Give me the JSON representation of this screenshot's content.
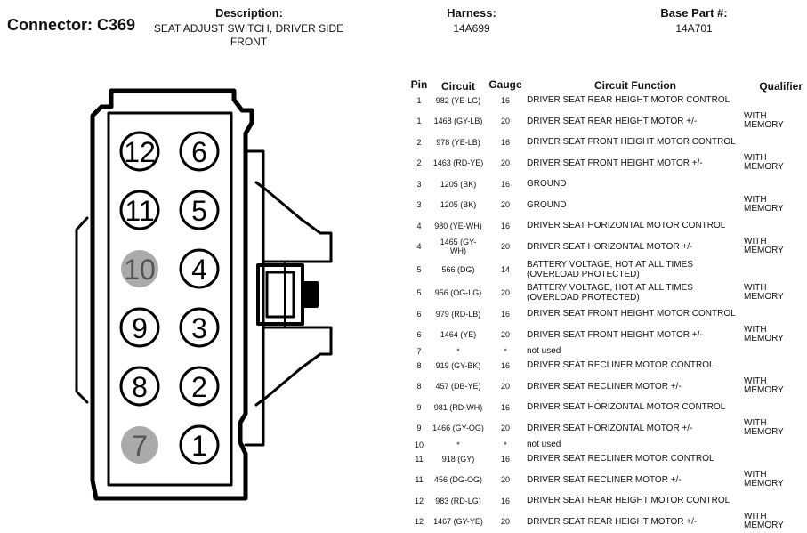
{
  "header": {
    "connector_label": "Connector: C369",
    "description_label": "Description:",
    "description_value": "SEAT ADJUST SWITCH, DRIVER SIDE FRONT",
    "harness_label": "Harness:",
    "harness_value": "14A699",
    "base_part_label": "Base Part #:",
    "base_part_value": "14A701"
  },
  "diagram": {
    "pins_left": [
      "12",
      "11",
      "10",
      "9",
      "8",
      "7"
    ],
    "pins_right": [
      "6",
      "5",
      "4",
      "3",
      "2",
      "1"
    ],
    "unused_pins": [
      "10",
      "7"
    ]
  },
  "table": {
    "columns": [
      "Pin",
      "Circuit",
      "Gauge",
      "Circuit Function",
      "Qualifier"
    ],
    "rows": [
      {
        "pin": "1",
        "circuit": "982 (YE-LG)",
        "gauge": "16",
        "function": "DRIVER SEAT REAR HEIGHT MOTOR CONTROL",
        "qualifier": ""
      },
      {
        "pin": "1",
        "circuit": "1468 (GY-LB)",
        "gauge": "20",
        "function": "DRIVER SEAT REAR HEIGHT MOTOR +/-",
        "qualifier": "WITH MEMORY"
      },
      {
        "pin": "2",
        "circuit": "978 (YE-LB)",
        "gauge": "16",
        "function": "DRIVER SEAT FRONT HEIGHT MOTOR CONTROL",
        "qualifier": ""
      },
      {
        "pin": "2",
        "circuit": "1463 (RD-YE)",
        "gauge": "20",
        "function": "DRIVER SEAT FRONT HEIGHT MOTOR +/-",
        "qualifier": "WITH MEMORY"
      },
      {
        "pin": "3",
        "circuit": "1205 (BK)",
        "gauge": "16",
        "function": "GROUND",
        "qualifier": ""
      },
      {
        "pin": "3",
        "circuit": "1205 (BK)",
        "gauge": "20",
        "function": "GROUND",
        "qualifier": "WITH MEMORY"
      },
      {
        "pin": "4",
        "circuit": "980 (YE-WH)",
        "gauge": "16",
        "function": "DRIVER SEAT HORIZONTAL MOTOR CONTROL",
        "qualifier": ""
      },
      {
        "pin": "4",
        "circuit": "1465 (GY-WH)",
        "gauge": "20",
        "function": "DRIVER SEAT HORIZONTAL MOTOR +/-",
        "qualifier": "WITH MEMORY"
      },
      {
        "pin": "5",
        "circuit": "566 (DG)",
        "gauge": "14",
        "function": "BATTERY VOLTAGE, HOT AT ALL TIMES (OVERLOAD PROTECTED)",
        "qualifier": ""
      },
      {
        "pin": "5",
        "circuit": "956 (OG-LG)",
        "gauge": "20",
        "function": "BATTERY VOLTAGE, HOT AT ALL TIMES (OVERLOAD PROTECTED)",
        "qualifier": "WITH MEMORY"
      },
      {
        "pin": "6",
        "circuit": "979 (RD-LB)",
        "gauge": "16",
        "function": "DRIVER SEAT FRONT HEIGHT MOTOR CONTROL",
        "qualifier": ""
      },
      {
        "pin": "6",
        "circuit": "1464 (YE)",
        "gauge": "20",
        "function": "DRIVER SEAT FRONT HEIGHT MOTOR +/-",
        "qualifier": "WITH MEMORY"
      },
      {
        "pin": "7",
        "circuit": "*",
        "gauge": "*",
        "function": "not used",
        "qualifier": ""
      },
      {
        "pin": "8",
        "circuit": "919 (GY-BK)",
        "gauge": "16",
        "function": "DRIVER SEAT RECLINER MOTOR CONTROL",
        "qualifier": ""
      },
      {
        "pin": "8",
        "circuit": "457 (DB-YE)",
        "gauge": "20",
        "function": "DRIVER SEAT RECLINER MOTOR +/-",
        "qualifier": "WITH MEMORY"
      },
      {
        "pin": "9",
        "circuit": "981 (RD-WH)",
        "gauge": "16",
        "function": "DRIVER SEAT HORIZONTAL MOTOR CONTROL",
        "qualifier": ""
      },
      {
        "pin": "9",
        "circuit": "1466 (GY-OG)",
        "gauge": "20",
        "function": "DRIVER SEAT HORIZONTAL MOTOR +/-",
        "qualifier": "WITH MEMORY"
      },
      {
        "pin": "10",
        "circuit": "*",
        "gauge": "*",
        "function": "not used",
        "qualifier": ""
      },
      {
        "pin": "11",
        "circuit": "918 (GY)",
        "gauge": "16",
        "function": "DRIVER SEAT RECLINER MOTOR CONTROL",
        "qualifier": ""
      },
      {
        "pin": "11",
        "circuit": "456 (DG-OG)",
        "gauge": "20",
        "function": "DRIVER SEAT RECLINER MOTOR +/-",
        "qualifier": "WITH MEMORY"
      },
      {
        "pin": "12",
        "circuit": "983 (RD-LG)",
        "gauge": "16",
        "function": "DRIVER SEAT REAR HEIGHT MOTOR CONTROL",
        "qualifier": ""
      },
      {
        "pin": "12",
        "circuit": "1467 (GY-YE)",
        "gauge": "20",
        "function": "DRIVER SEAT REAR HEIGHT MOTOR +/-",
        "qualifier": "WITH MEMORY"
      }
    ]
  }
}
